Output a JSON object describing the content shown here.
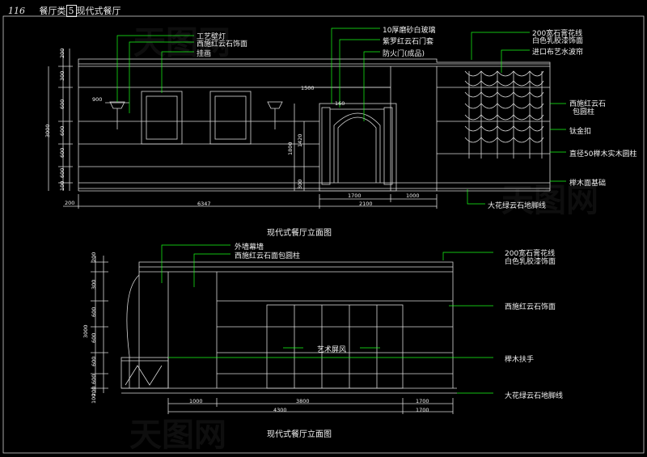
{
  "header": {
    "page_no": "116",
    "category": "餐厅类",
    "index": "5",
    "title": "现代式餐厅"
  },
  "top_elevation": {
    "caption": "现代式餐厅立面图",
    "labels_left": [
      "工艺壁灯",
      "西施红云石饰面",
      "挂画"
    ],
    "labels_mid": [
      "10厚磨砂白玻璃",
      "紫罗红云石门套",
      "防火门(成品)"
    ],
    "labels_right_top": [
      "200宽石膏花线",
      "白色乳胶漆饰面",
      "进口布艺水波帘"
    ],
    "labels_right": [
      "西施红云石",
      "包圆柱",
      "钛金扣",
      "直径50榉木实木圆柱",
      "榉木面基础"
    ],
    "label_bottom": "大花绿云石地脚线",
    "dims": {
      "v_left": [
        "200",
        "300",
        "600",
        "600",
        "600",
        "600",
        "100"
      ],
      "v_total": "3000",
      "v_mid": [
        "1800",
        "1420",
        "300"
      ],
      "h_top": [
        "900",
        "1500",
        "160"
      ],
      "h_bottom": [
        "200",
        "6347",
        "2100",
        "1700",
        "1000"
      ]
    }
  },
  "bottom_elevation": {
    "caption": "现代式餐厅立面图",
    "labels_left": [
      "外墙幕墙",
      "西施红云石面包圆柱"
    ],
    "labels_right": [
      "200宽石膏花线",
      "白色乳胶漆饰面",
      "西施红云石饰面",
      "榉木扶手",
      "大花绿云石地脚线"
    ],
    "center_label": "艺术屏风",
    "dims": {
      "v_left": [
        "200",
        "300",
        "600",
        "600",
        "600",
        "600",
        "200",
        "100"
      ],
      "v_total": "3000",
      "h_bottom": [
        "1000",
        "3800",
        "1700",
        "4300",
        "1700"
      ]
    }
  },
  "watermark": "天图网",
  "colors": {
    "background": "#000000",
    "lines": "#d9d9d9",
    "leaders": "#19ff19",
    "text": "#f0f0f0"
  }
}
